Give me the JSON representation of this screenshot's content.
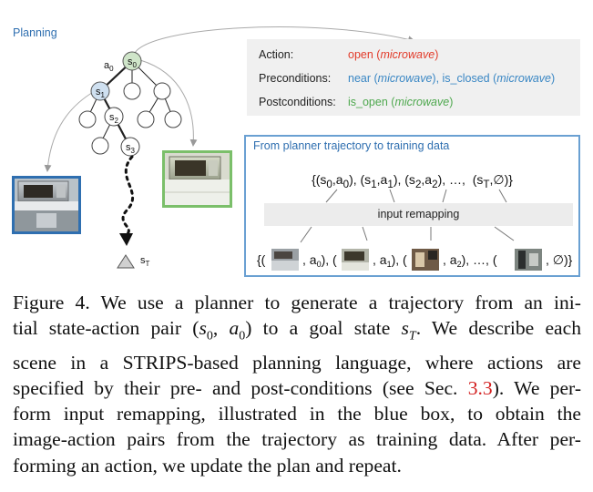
{
  "figure": {
    "section_label": "Planning",
    "tree": {
      "nodes": [
        "s0",
        "s1",
        "s2",
        "s3"
      ],
      "edge_label": "a0",
      "goal_label": "sT"
    },
    "action_panel": {
      "rows": [
        {
          "label": "Action:",
          "parts": [
            {
              "t": "open (",
              "s": "plain"
            },
            {
              "t": "microwave",
              "s": "italic"
            },
            {
              "t": ")",
              "s": "plain"
            }
          ],
          "color": "#e23b2a"
        },
        {
          "label": "Preconditions:",
          "parts": [
            {
              "t": "near (",
              "s": "plain"
            },
            {
              "t": "microwave",
              "s": "italic"
            },
            {
              "t": "), is_closed (",
              "s": "plain"
            },
            {
              "t": "microwave",
              "s": "italic"
            },
            {
              "t": ")",
              "s": "plain"
            }
          ],
          "color": "#3a87c4"
        },
        {
          "label": "Postconditions:",
          "parts": [
            {
              "t": "is_open (",
              "s": "plain"
            },
            {
              "t": "microwave",
              "s": "italic"
            },
            {
              "t": ")",
              "s": "plain"
            }
          ],
          "color": "#4ea84e"
        }
      ]
    },
    "remap_box": {
      "title": "From planner trajectory to training data",
      "remap_label": "input remapping"
    },
    "colors": {
      "accent_blue": "#3a87c4",
      "action_red": "#e23b2a",
      "post_green": "#4ea84e",
      "box_border": "#6aa0d2"
    }
  },
  "caption": {
    "label": "Figure 4.",
    "ref": "3.3"
  }
}
